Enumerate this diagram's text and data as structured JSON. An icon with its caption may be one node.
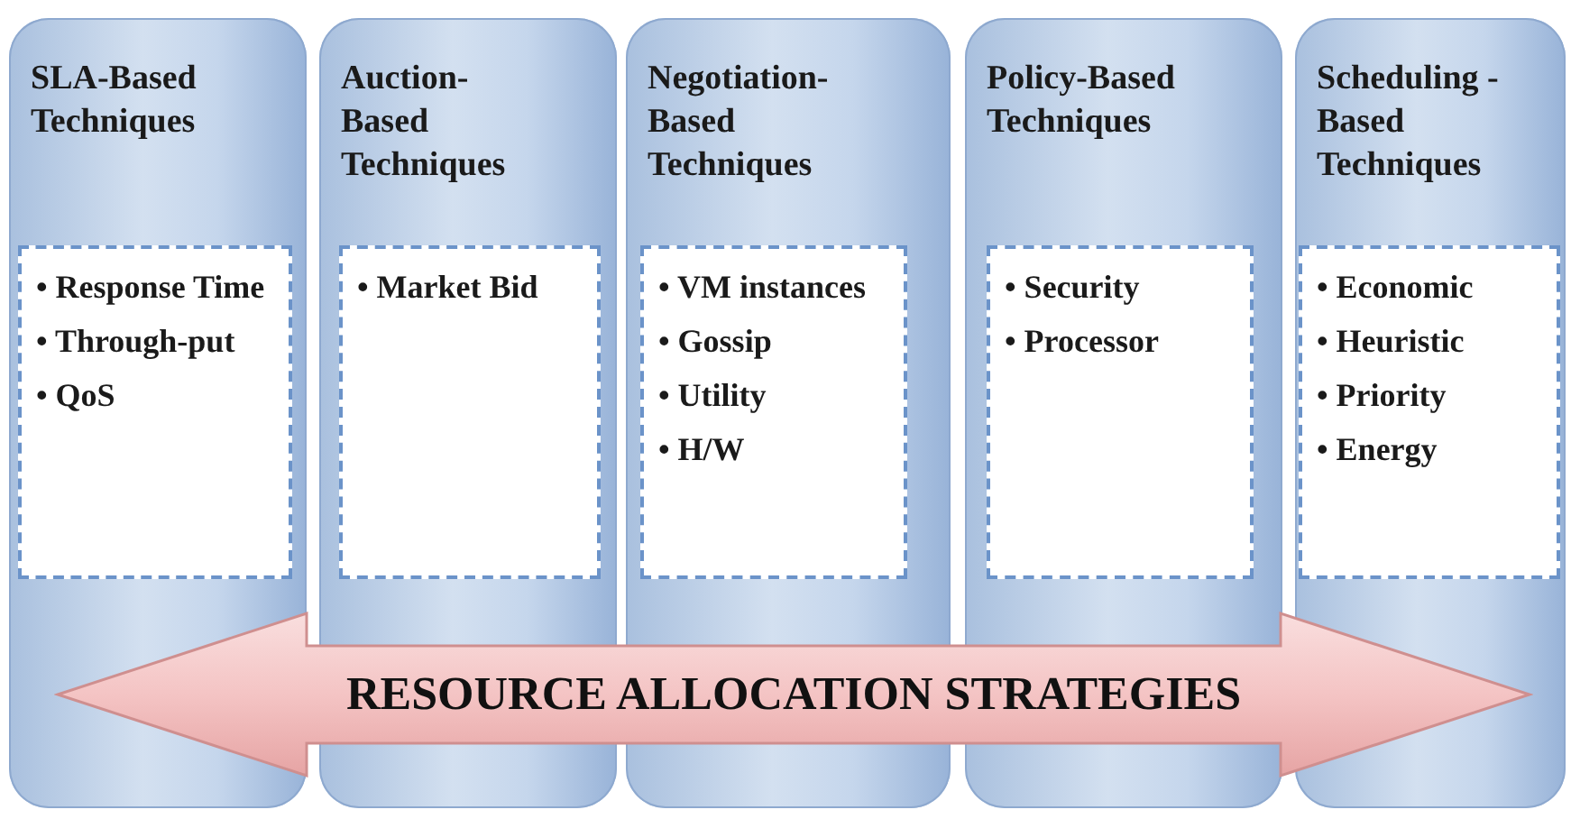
{
  "diagram": {
    "nodes": [
      {
        "text": [
          "SLA-Based Techniques"
        ]
      },
      {
        "text": [
          "• Response Time",
          "• Through-put",
          "• QoS"
        ],
        "in": 0
      },
      {
        "text": [
          "Auction-Based Techniques"
        ]
      },
      {
        "text": [
          "• Market Bid"
        ],
        "in": 2
      },
      {
        "text": [
          "Negotiation-Based Techniques"
        ]
      },
      {
        "text": [
          "• VM instances",
          "• Gossip",
          "• Utility",
          "• H/W"
        ],
        "in": 4
      },
      {
        "text": [
          "Policy-Based Techniques"
        ]
      },
      {
        "text": [
          "• Security",
          "• Processor"
        ],
        "in": 6
      },
      {
        "text": [
          "Scheduling -Based Techniques"
        ]
      },
      {
        "text": [
          "• Economic",
          "• Heuristic",
          "• Priority",
          "• Energy"
        ],
        "in": 8
      },
      {
        "text": [
          "RESOURCE ALLOCATION STRATEGIES"
        ]
      }
    ]
  }
}
